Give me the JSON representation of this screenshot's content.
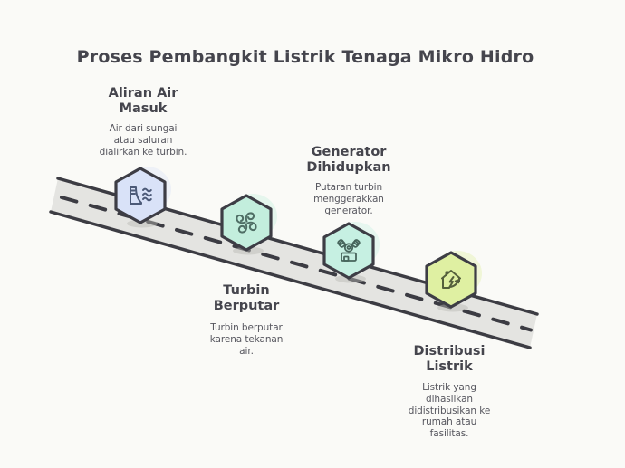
{
  "title": "Proses Pembangkit Listrik Tenaga Mikro Hidro",
  "background": "#fafaf7",
  "outline_color": "#3d3d45",
  "road": {
    "fill": "#e4e4e1",
    "edge_color": "#3c3c43",
    "dash_color": "#3c3c43"
  },
  "text_colors": {
    "heading": "#45454d",
    "body": "#56565e"
  },
  "steps": [
    {
      "heading_lines": [
        "Aliran Air",
        "Masuk"
      ],
      "description_lines": [
        "Air dari sungai",
        "atau saluran",
        "dialirkan ke turbin."
      ],
      "icon": "dam-water-icon",
      "hex_fill": "#d9e2f8",
      "icon_stroke": "#4c5a78"
    },
    {
      "heading_lines": [
        "Turbin",
        "Berputar"
      ],
      "description_lines": [
        "Turbin berputar",
        "karena tekanan",
        "air."
      ],
      "icon": "turbine-fan-icon",
      "hex_fill": "#c3eedd",
      "icon_stroke": "#4f6e65"
    },
    {
      "heading_lines": [
        "Generator",
        "Dihidupkan"
      ],
      "description_lines": [
        "Putaran turbin",
        "menggerakkan",
        "generator."
      ],
      "icon": "generator-engine-icon",
      "hex_fill": "#c6f0e2",
      "icon_stroke": "#47655c"
    },
    {
      "heading_lines": [
        "Distribusi",
        "Listrik"
      ],
      "description_lines": [
        "Listrik yang",
        "dihasilkan",
        "didistribusikan ke",
        "rumah atau",
        "fasilitas."
      ],
      "icon": "house-power-icon",
      "hex_fill": "#dff0a2",
      "icon_stroke": "#55603c"
    }
  ]
}
